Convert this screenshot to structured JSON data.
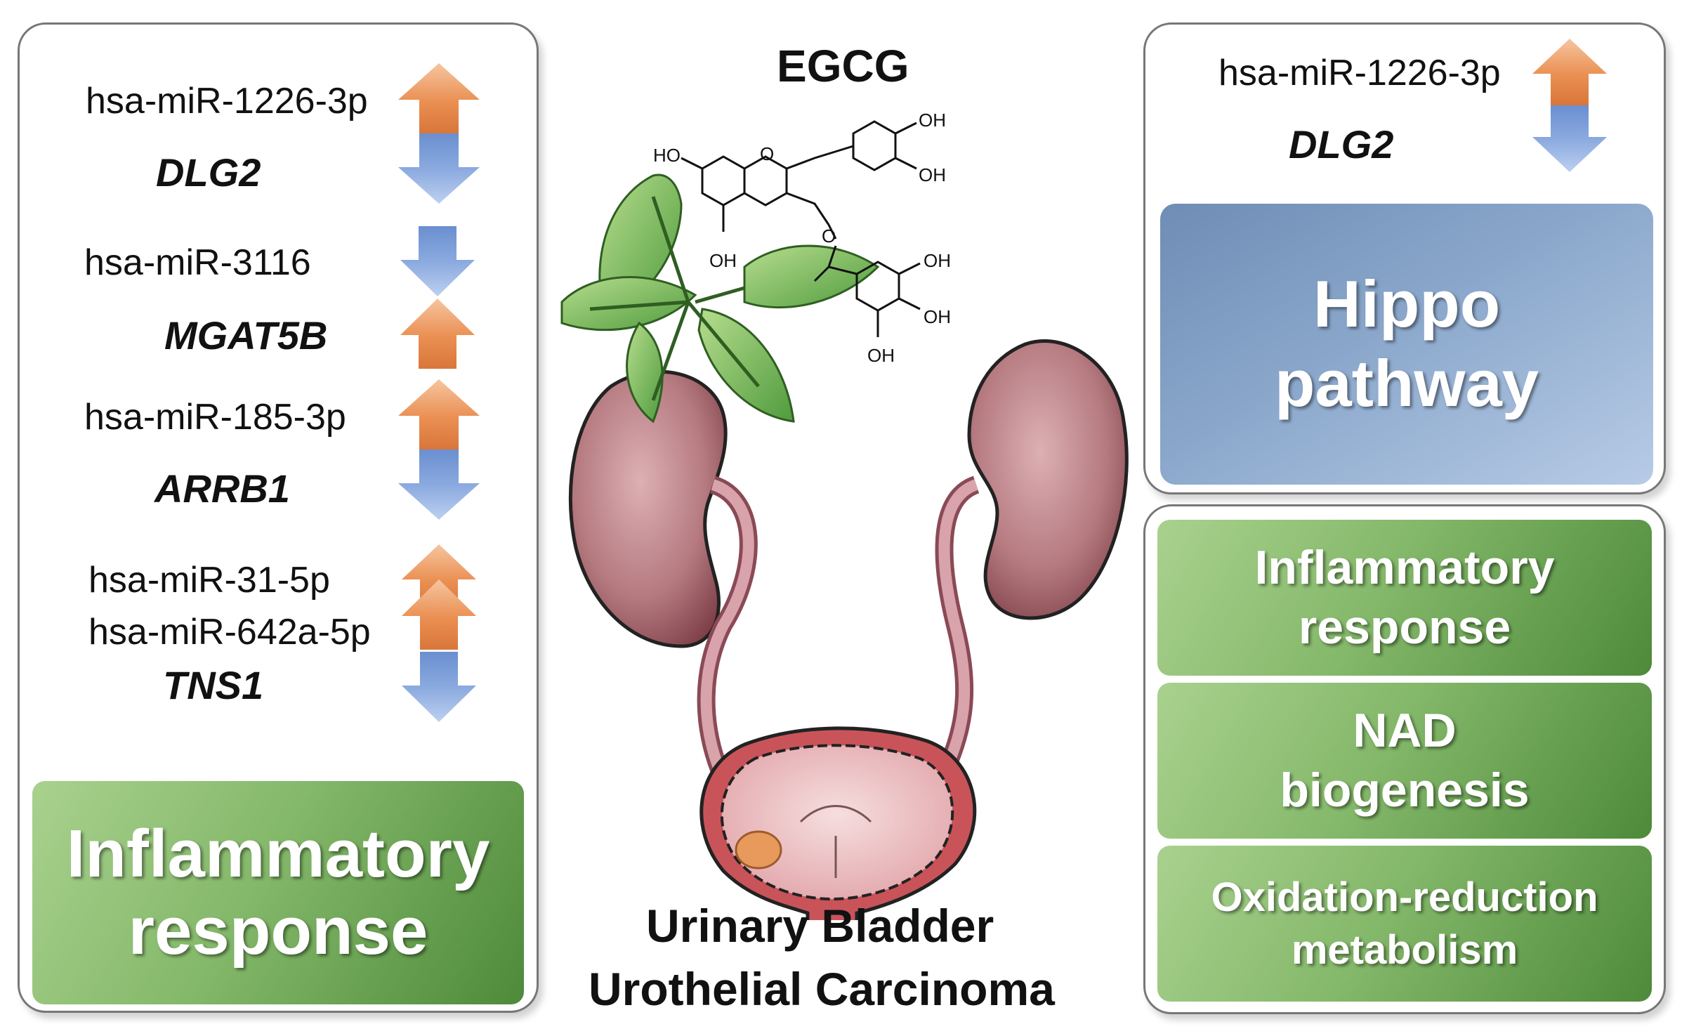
{
  "left_panel": {
    "items": [
      {
        "mirna": "hsa-miR-1226-3p",
        "mirna_dir": "up",
        "gene": "DLG2",
        "gene_dir": "down"
      },
      {
        "mirna": "hsa-miR-3116",
        "mirna_dir": "down",
        "gene": "MGAT5B",
        "gene_dir": "up"
      },
      {
        "mirna": "hsa-miR-185-3p",
        "mirna_dir": "up",
        "gene": "ARRB1",
        "gene_dir": "down"
      },
      {
        "mirna": "hsa-miR-31-5p",
        "mirna_dir": "up",
        "gene": "",
        "gene_dir": ""
      },
      {
        "mirna": "hsa-miR-642a-5p",
        "mirna_dir": "up",
        "gene": "TNS1",
        "gene_dir": "down"
      }
    ],
    "box": {
      "line1": "Inflammatory",
      "line2": "response",
      "color": "#6aa84f"
    }
  },
  "center": {
    "compound": "EGCG",
    "chem_labels": [
      "HO",
      "O",
      "OH",
      "OH",
      "OH",
      "O",
      "OH",
      "OH",
      "OH"
    ],
    "disease_line1": "Urinary Bladder",
    "disease_line2": "Urothelial Carcinoma",
    "icons": [
      "tea-leaf-icon",
      "kidney-icon",
      "bladder-icon",
      "tumor-icon"
    ]
  },
  "right_top": {
    "mirna": "hsa-miR-1226-3p",
    "gene": "DLG2",
    "box": {
      "line1": "Hippo",
      "line2": "pathway",
      "color": "#8aa7cb"
    }
  },
  "right_bottom": {
    "boxes": [
      {
        "line1": "Inflammatory",
        "line2": "response"
      },
      {
        "line1": "NAD",
        "line2": "biogenesis"
      },
      {
        "line1": "Oxidation-reduction",
        "line2": "metabolism"
      }
    ]
  },
  "colors": {
    "up_arrow": "#e8894e",
    "down_arrow": "#7f9fd6",
    "green": "#6aa84f",
    "blue": "#8aa7cb",
    "kidney": "#a8646b"
  }
}
